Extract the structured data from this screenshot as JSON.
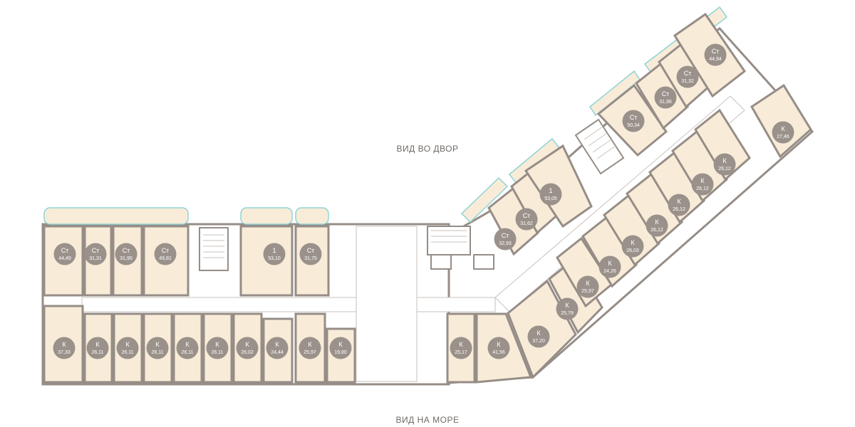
{
  "captions": {
    "courtyard_view": "ВИД ВО ДВОР",
    "sea_view": "ВИД НА МОРЕ"
  },
  "colors": {
    "apartment_fill": "#f8ecd9",
    "wall": "#968d87",
    "badge": "#9b918b",
    "badge_text": "#ffffff",
    "window": "#8fd3d6",
    "corridor": "#ffffff"
  },
  "apartments": [
    {
      "type": "Ст",
      "area": "44,49"
    },
    {
      "type": "Ст",
      "area": "31,31"
    },
    {
      "type": "Ст",
      "area": "31,95"
    },
    {
      "type": "Ст",
      "area": "49,81"
    },
    {
      "type": "1",
      "area": "53,10"
    },
    {
      "type": "Ст",
      "area": "31,75"
    },
    {
      "type": "К",
      "area": "37,33"
    },
    {
      "type": "К",
      "area": "26,11"
    },
    {
      "type": "К",
      "area": "26,11"
    },
    {
      "type": "К",
      "area": "26,11"
    },
    {
      "type": "К",
      "area": "26,11"
    },
    {
      "type": "К",
      "area": "26,11"
    },
    {
      "type": "К",
      "area": "26,02"
    },
    {
      "type": "К",
      "area": "24,44"
    },
    {
      "type": "К",
      "area": "25,97"
    },
    {
      "type": "К",
      "area": "19,80"
    },
    {
      "type": "К",
      "area": "25,17"
    },
    {
      "type": "К",
      "area": "41,56"
    },
    {
      "type": "К",
      "area": "37,20"
    },
    {
      "type": "К",
      "area": "25,79"
    },
    {
      "type": "К",
      "area": "25,97"
    },
    {
      "type": "К",
      "area": "24,26"
    },
    {
      "type": "К",
      "area": "26,03"
    },
    {
      "type": "К",
      "area": "26,12"
    },
    {
      "type": "К",
      "area": "26,12"
    },
    {
      "type": "К",
      "area": "26,12"
    },
    {
      "type": "К",
      "area": "26,12"
    },
    {
      "type": "К",
      "area": "27,46"
    },
    {
      "type": "Ст",
      "area": "32,93"
    },
    {
      "type": "Ст",
      "area": "31,62"
    },
    {
      "type": "1",
      "area": "53,05"
    },
    {
      "type": "Ст",
      "area": "50,34"
    },
    {
      "type": "Ст",
      "area": "31,96"
    },
    {
      "type": "Ст",
      "area": "31,32"
    },
    {
      "type": "Ст",
      "area": "44,94"
    }
  ]
}
